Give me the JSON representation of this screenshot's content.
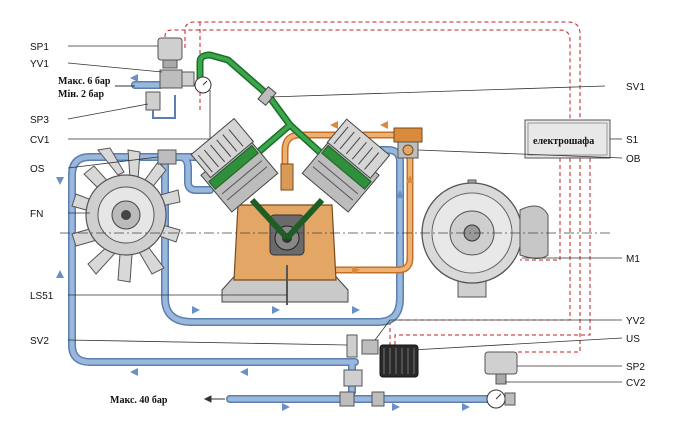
{
  "labels": {
    "sp1": "SP1",
    "yv1": "YV1",
    "sp3": "SP3",
    "cv1": "CV1",
    "os": "OS",
    "fn": "FN",
    "ls51": "LS51",
    "sv2": "SV2",
    "sv1": "SV1",
    "s1": "S1",
    "ob": "OB",
    "m1": "M1",
    "yv2": "YV2",
    "us": "US",
    "sp2": "SP2",
    "cv2": "CV2"
  },
  "notes": {
    "max_pressure_low": "Макс. 6 бар",
    "min_pressure_low": "Мін. 2 бар",
    "max_pressure_high": "Макс. 40 бар",
    "control_cabinet": "електрошафа"
  },
  "colors": {
    "air_pipe": "#9ab8dc",
    "air_pipe_edge": "#5a7fb0",
    "oil_pipe": "#f0b070",
    "oil_pipe_edge": "#c07028",
    "high_pressure_pipe": "#3aa84a",
    "high_pressure_edge": "#1d6e2a",
    "crankcase": "#e3a665",
    "electric_line": "#c02020",
    "cabinet_fill": "#e8e8e8"
  }
}
